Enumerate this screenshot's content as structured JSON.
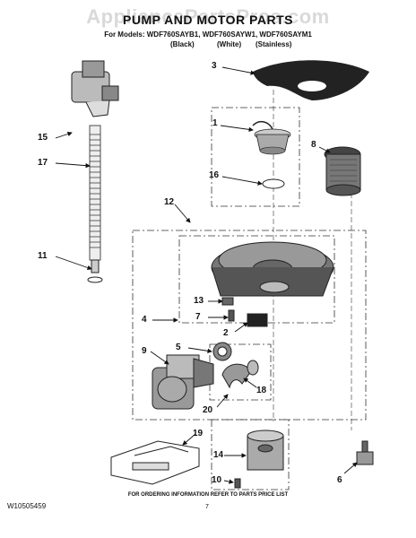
{
  "watermark": "AppliancePartsPros.com",
  "title": "PUMP AND MOTOR PARTS",
  "models_line": "For Models: WDF760SAYB1, WDF760SAYW1, WDF760SAYM1",
  "variants": [
    "(Black)",
    "(White)",
    "(Stainless)"
  ],
  "callouts": [
    "1",
    "2",
    "3",
    "4",
    "5",
    "6",
    "7",
    "8",
    "9",
    "10",
    "11",
    "12",
    "13",
    "14",
    "15",
    "16",
    "17",
    "18",
    "19",
    "20"
  ],
  "footer_note": "FOR ORDERING INFORMATION REFER TO PARTS PRICE LIST",
  "doc_number": "W10505459",
  "page_number": "7"
}
